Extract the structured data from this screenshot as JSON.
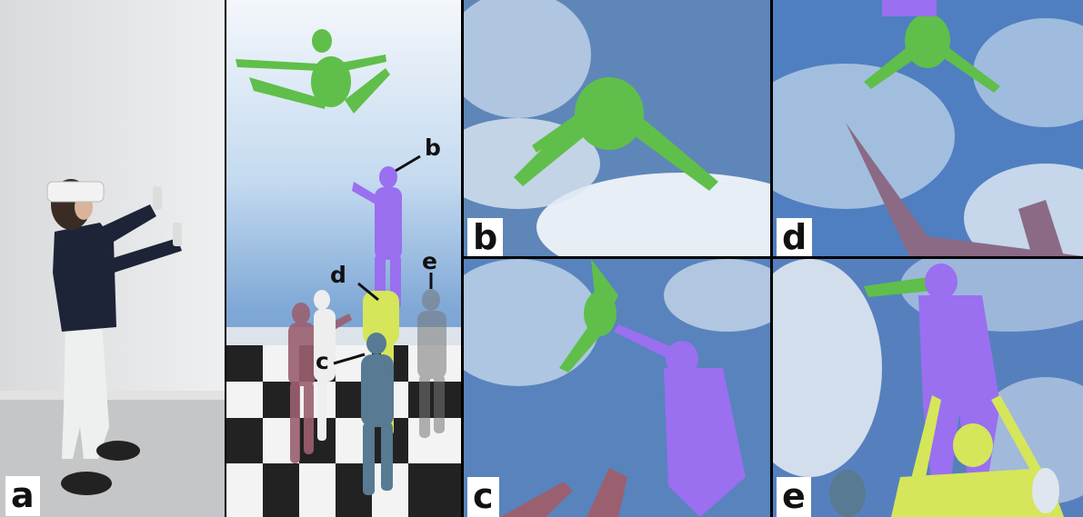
{
  "figure": {
    "panels": [
      {
        "id": "a",
        "label": "a"
      },
      {
        "id": "overview",
        "label": ""
      },
      {
        "id": "b",
        "label": "b"
      },
      {
        "id": "d",
        "label": "d"
      },
      {
        "id": "c",
        "label": "c"
      },
      {
        "id": "e",
        "label": "e"
      }
    ],
    "callouts": [
      "b",
      "d",
      "e",
      "c"
    ],
    "colors": {
      "green_avatar": "#5fbf4a",
      "purple_avatar": "#9a6ff0",
      "yellow_avatar": "#d5e65a",
      "blue_avatar": "#587a92",
      "red_avatar": "#9b6070",
      "white_avatar": "#eeeeee",
      "grey_avatar": "#8a8a8a",
      "sky": "#7ea6d6"
    }
  }
}
